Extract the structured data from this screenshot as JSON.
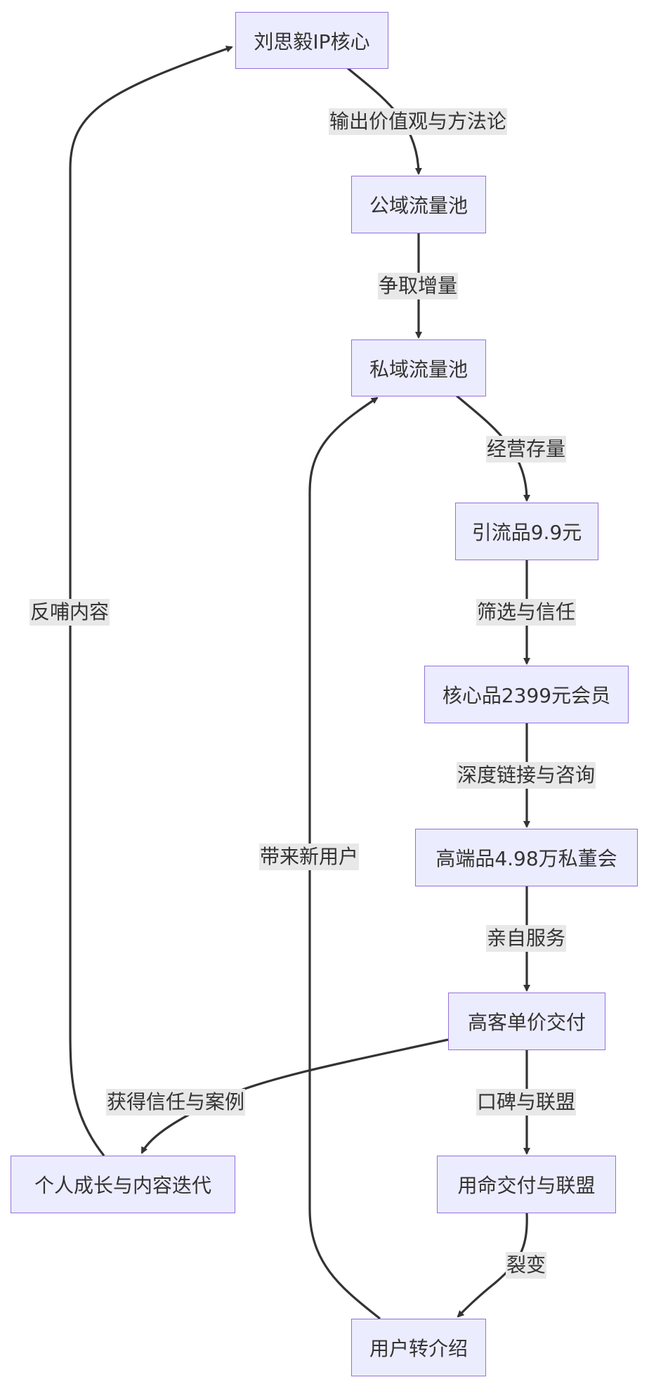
{
  "nodes": {
    "ip_core": "刘思毅IP核心",
    "public_pool": "公域流量池",
    "private_pool": "私域流量池",
    "lead_product": "引流品9.9元",
    "core_product": "核心品2399元会员",
    "premium_product": "高端品4.98万私董会",
    "high_value_delivery": "高客单价交付",
    "growth_iteration": "个人成长与内容迭代",
    "committed_delivery": "用命交付与联盟",
    "referral": "用户转介绍"
  },
  "edges": {
    "ip_to_public": "输出价值观与方法论",
    "public_to_private": "争取增量",
    "private_to_lead": "经营存量",
    "lead_to_core": "筛选与信任",
    "core_to_premium": "深度链接与咨询",
    "premium_to_delivery": "亲自服务",
    "delivery_to_growth": "获得信任与案例",
    "delivery_to_committed": "口碑与联盟",
    "committed_to_referral": "裂变",
    "referral_to_private": "带来新用户",
    "growth_to_ip": "反哺内容"
  },
  "colors": {
    "node_fill": "#ececff",
    "node_border": "#9370db",
    "edge": "#333333",
    "label_bg": "#e8e8e8"
  }
}
